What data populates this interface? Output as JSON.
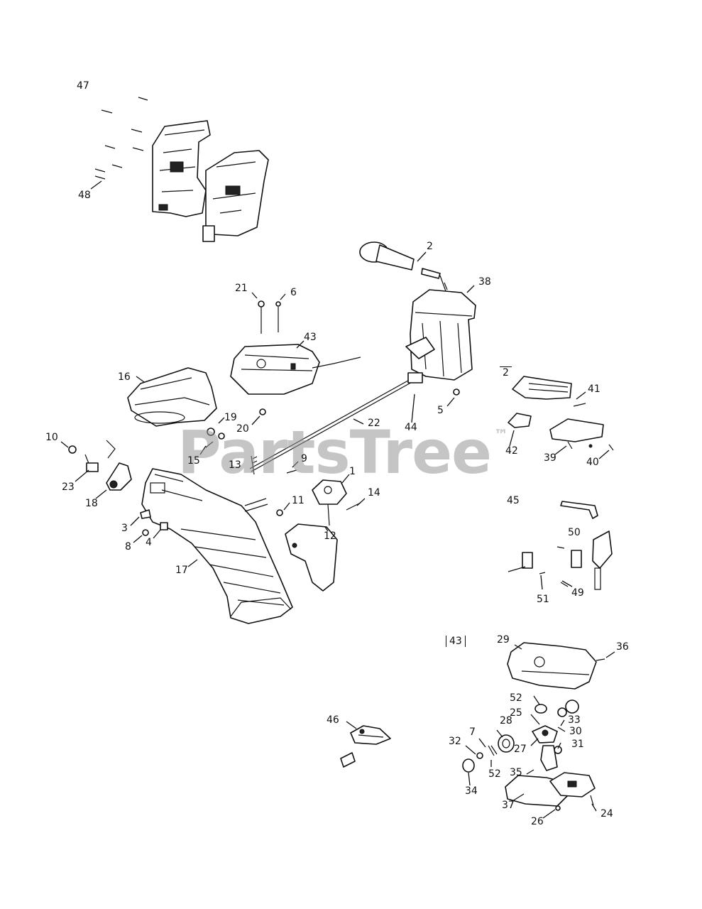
{
  "watermark": {
    "text": "PartsTree",
    "mark": "™"
  },
  "callouts": {
    "c47": "47",
    "c48": "48",
    "c2a": "2",
    "c38": "38",
    "c21": "21",
    "c6": "6",
    "c43a": "43",
    "c16": "16",
    "c19": "19",
    "c20": "20",
    "c22": "22",
    "c44": "44",
    "c5": "5",
    "c2b": "2",
    "c41": "41",
    "c42": "42",
    "c39": "39",
    "c40": "40",
    "c10": "10",
    "c23": "23",
    "c18": "18",
    "c15": "15",
    "c13": "13",
    "c9": "9",
    "c1": "1",
    "c14": "14",
    "c11": "11",
    "c12": "12",
    "c3": "3",
    "c8": "8",
    "c4": "4",
    "c17": "17",
    "c45": "45",
    "c50": "50",
    "c51": "51",
    "c49": "49",
    "c43b": "43",
    "c29": "29",
    "c36": "36",
    "c52a": "52",
    "c25": "25",
    "c33": "33",
    "c46": "46",
    "c28": "28",
    "c7": "7",
    "c32": "32",
    "c27": "27",
    "c30": "30",
    "c31": "31",
    "c52b": "52",
    "c35": "35",
    "c34": "34",
    "c37": "37",
    "c26": "26",
    "c24": "24"
  }
}
